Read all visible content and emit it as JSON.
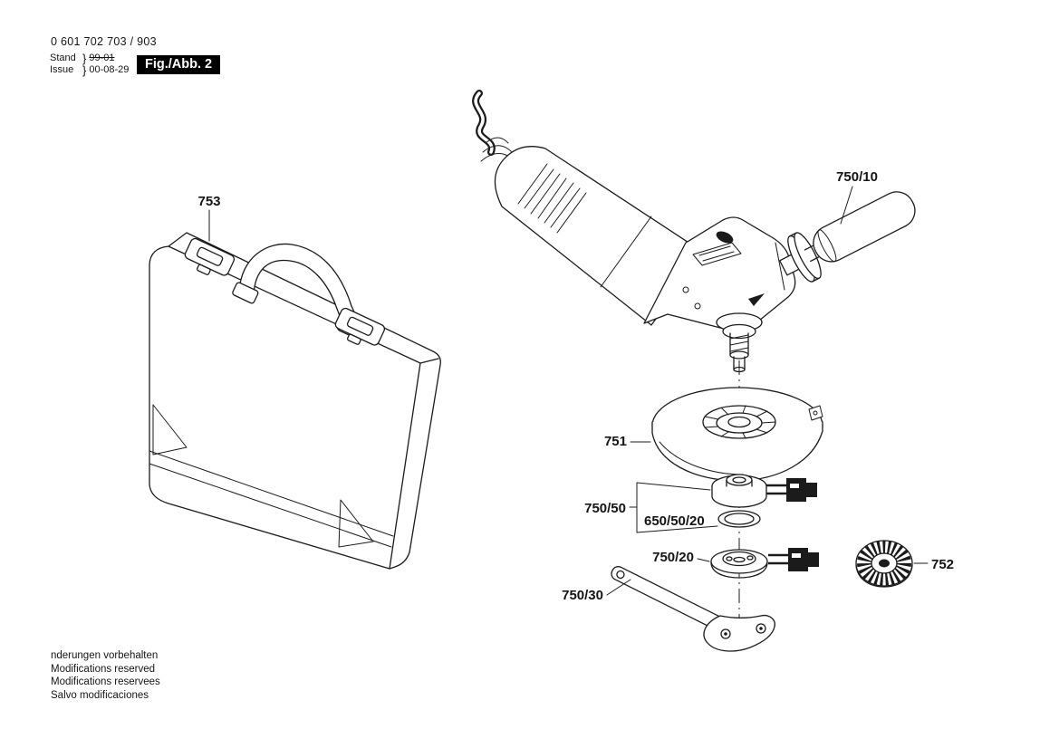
{
  "header": {
    "part_number": "0 601 702 703 / 903",
    "stand_label": "Stand",
    "stand_brace": "}",
    "stand_value": "99-01",
    "issue_label": "Issue",
    "issue_brace": "}",
    "issue_value": "00-08-29",
    "figure_label": "Fig./Abb. 2"
  },
  "diagram": {
    "labels": {
      "case": "753",
      "side_handle": "750/10",
      "guard": "751",
      "flange": "750/50",
      "oring": "650/50/20",
      "clamping_nut": "750/20",
      "pin_wrench": "750/30",
      "quick_nut": "752"
    }
  },
  "footer": {
    "lines": [
      "nderungen vorbehalten",
      "Modifications reserved",
      "Modifications reservees",
      "Salvo modificaciones"
    ]
  }
}
